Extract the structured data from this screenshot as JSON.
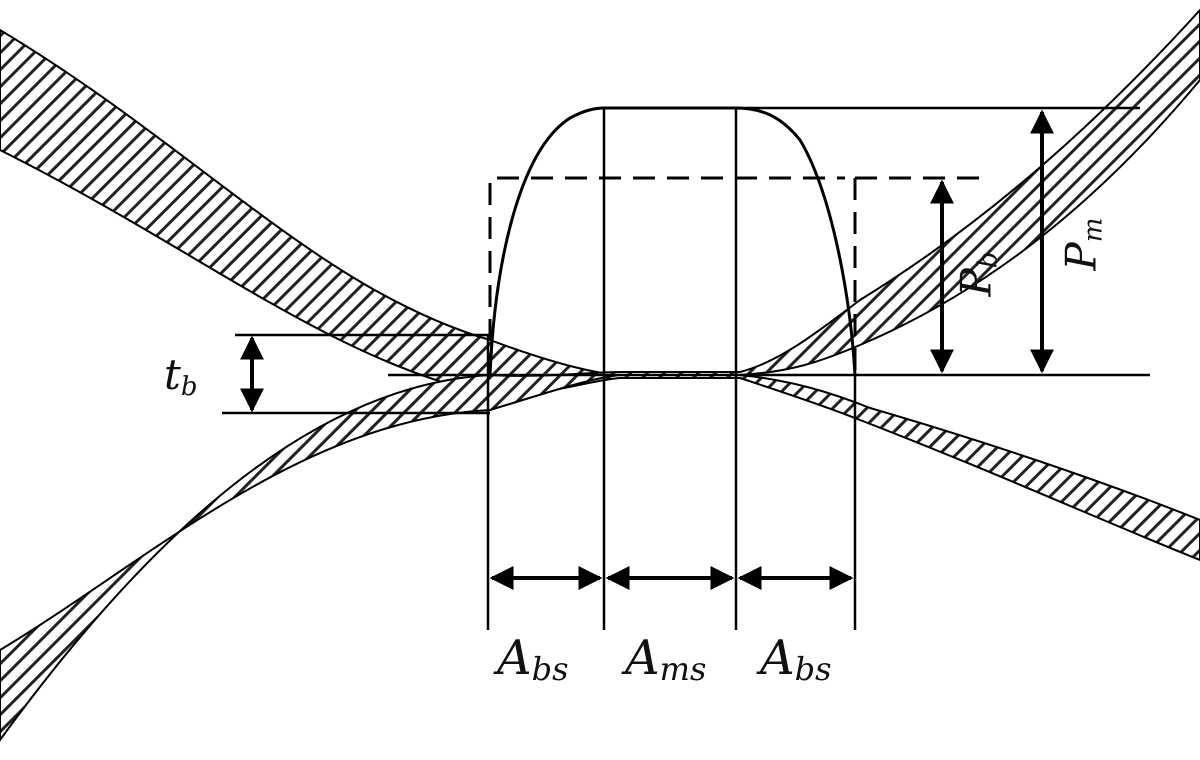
{
  "labels": {
    "tb": {
      "base": "t",
      "sub": "b"
    },
    "pb": {
      "base": "P",
      "sub": "b"
    },
    "pm": {
      "base": "P",
      "sub": "m"
    },
    "abs_left": {
      "base": "A",
      "sub": "bs"
    },
    "ams": {
      "base": "A",
      "sub": "ms"
    },
    "abs_right": {
      "base": "A",
      "sub": "bs"
    }
  },
  "colors": {
    "stroke": "#000000",
    "hatch": "#222222",
    "background": "#ffffff"
  }
}
